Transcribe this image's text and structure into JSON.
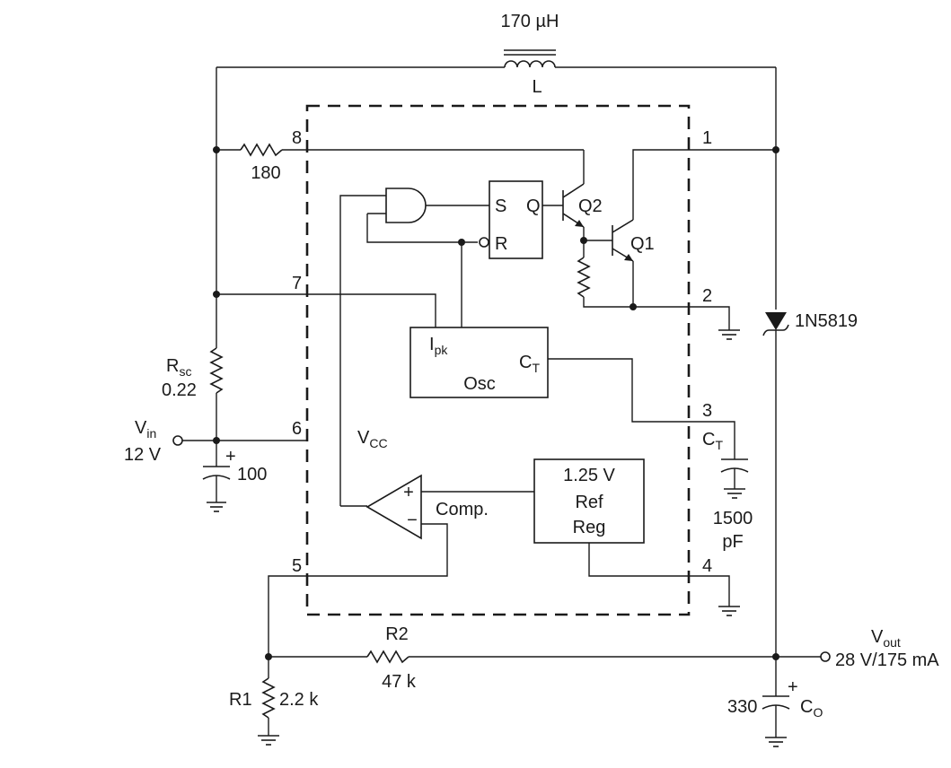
{
  "inductor": {
    "value": "170 µH",
    "name": "L"
  },
  "r180": {
    "value": "180"
  },
  "rsc": {
    "main": "R",
    "sub": "sc",
    "value": "0.22"
  },
  "vin": {
    "main": "V",
    "sub": "in",
    "value": "12 V"
  },
  "cin": {
    "plus": "+",
    "value": "100"
  },
  "pins": {
    "p1": "1",
    "p2": "2",
    "p3": "3",
    "p4": "4",
    "p5": "5",
    "p6": "6",
    "p7": "7",
    "p8": "8"
  },
  "latch": {
    "s": "S",
    "q": "Q",
    "r": "R"
  },
  "q2": {
    "label": "Q2"
  },
  "q1": {
    "label": "Q1"
  },
  "diode": {
    "label": "1N5819"
  },
  "osc": {
    "ipk_main": "I",
    "ipk_sub": "pk",
    "ct_main": "C",
    "ct_sub": "T",
    "label": "Osc"
  },
  "vcc": {
    "main": "V",
    "sub": "CC"
  },
  "comparator": {
    "plus": "+",
    "minus": "−",
    "label": "Comp."
  },
  "ref": {
    "line1": "1.25 V",
    "line2": "Ref",
    "line3": "Reg"
  },
  "ct_cap": {
    "main": "C",
    "sub": "T",
    "value_line1": "1500",
    "value_line2": "pF"
  },
  "r2": {
    "name": "R2",
    "value": "47 k"
  },
  "r1": {
    "name": "R1",
    "value": "2.2 k"
  },
  "vout": {
    "main": "V",
    "sub": "out",
    "value": "28 V/175 mA"
  },
  "co": {
    "value": "330",
    "plus": "+",
    "main": "C",
    "sub": "O"
  }
}
